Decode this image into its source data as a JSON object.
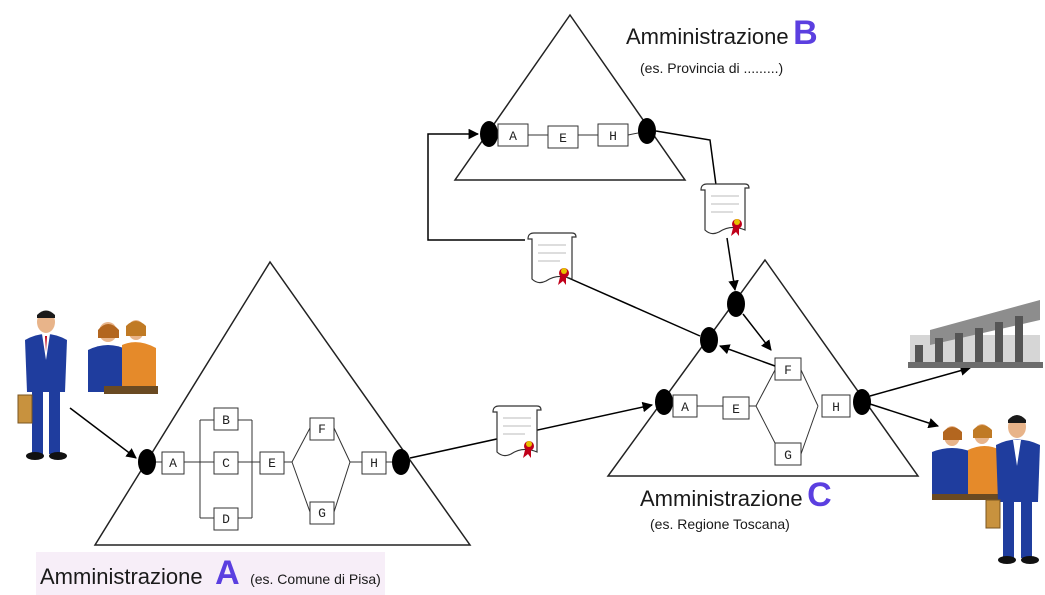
{
  "admin_a": {
    "word": "Amministrazione",
    "letter": "A",
    "note": "(es. Comune di Pisa)"
  },
  "admin_b": {
    "word": "Amministrazione",
    "letter": "B",
    "note": "(es. Provincia di .........)"
  },
  "admin_c": {
    "word": "Amministrazione",
    "letter": "C",
    "note": "(es. Regione Toscana)"
  },
  "boxes_a": [
    "A",
    "B",
    "C",
    "D",
    "E",
    "F",
    "G",
    "H"
  ],
  "boxes_b": [
    "A",
    "E",
    "H"
  ],
  "boxes_c": [
    "A",
    "E",
    "F",
    "G",
    "H"
  ],
  "colors": {
    "letter_accent": "#5b3fe0",
    "seal": "#c0001a",
    "node": "#000000",
    "building": "#6c6c6c",
    "suit": "#1f3d9e"
  }
}
